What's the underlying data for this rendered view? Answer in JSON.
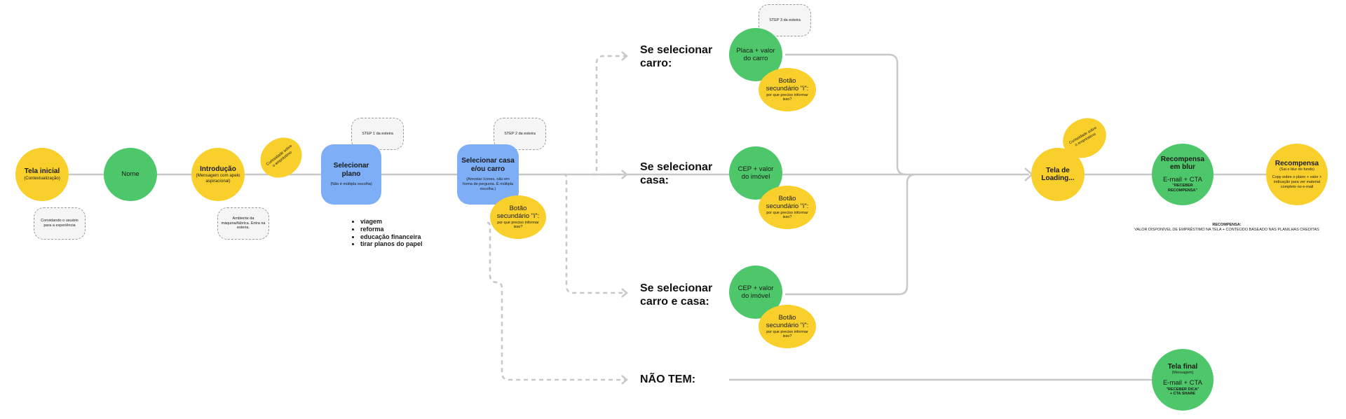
{
  "nodes": {
    "tela_inicial": {
      "title": "Tela inicial",
      "subtitle": "(Contextualização)"
    },
    "tela_inicial_note": "Convidando o usuário para a experiência",
    "nome": {
      "title": "Nome"
    },
    "introducao": {
      "title": "Introdução",
      "subtitle": "(Mensagem com apelo aspiracional)"
    },
    "introducao_note": "Ambiente da máquina/fábrica. Entra na esteira.",
    "curiosidade_1": "Curiosidade sobre o empréstimo",
    "selecionar_plano": {
      "title": "Selecionar plano",
      "subtitle": "(Não é múltipla escolha)"
    },
    "step_1": "STEP 1 da esteira",
    "plano_options": [
      "viagem",
      "reforma",
      "educação financeira",
      "tirar planos do papel"
    ],
    "selecionar_casa_carro": {
      "title": "Selecionar casa e/ou carro",
      "subtitle": "(Amostar ícones, não em forma de pergunta. É múltipla escolha.)"
    },
    "step_2": "STEP 2 da esteira",
    "botao_sec_1": {
      "title": "Botão secundário \"i\":",
      "subtitle": "por que preciso informar isso?"
    },
    "branch_carro": "Se selecionar carro:",
    "branch_casa": "Se selecionar casa:",
    "branch_carro_casa": "Se selecionar carro e casa:",
    "branch_nao_tem": "NÃO TEM:",
    "step_3": "STEP 3 da esteira",
    "placa": {
      "title": "Placa + valor do carro"
    },
    "botao_sec_carro": {
      "title": "Botão secundário \"i\":",
      "subtitle": "por que preciso informar isso?"
    },
    "cep_casa": {
      "title": "CEP + valor do imóvel"
    },
    "botao_sec_casa": {
      "title": "Botão secundário \"i\":",
      "subtitle": "por que preciso informar isso?"
    },
    "cep_carro_casa": {
      "title": "CEP + valor do imóvel"
    },
    "botao_sec_carro_casa": {
      "title": "Botão secundário \"i\":",
      "subtitle": "por que preciso informar isso?"
    },
    "curiosidade_2": "Curiosidade sobre o empréstimo",
    "tela_loading": {
      "title": "Tela de Loading..."
    },
    "recompensa_blur": {
      "title": "Recompensa em blur",
      "line2": "E-mail + CTA",
      "line3": "\"RECEBER RECOMPENSA\""
    },
    "recompensa": {
      "title": "Recompensa",
      "subtitle": "(Sai o blur do fundo)",
      "body": "Copy sobre o plano + valor + indicação para ver material completo no e-mail"
    },
    "recompensa_note_title": "RECOMPENSA:",
    "recompensa_note_body": "VALOR DISPONÍVEL DE EMPRÉSTIMO NA TELA + CONTEÚDO BASEADO NAS PLANILHAS CREDITAS",
    "tela_final": {
      "title": "Tela final",
      "subtitle": "(Mensagem)",
      "line2": "E-mail + CTA",
      "line3": "\"RECEBER DICA\"",
      "line4": "+ CTA SHARE"
    }
  },
  "colors": {
    "yellow": "#f9cf2c",
    "green": "#4dc76a",
    "blue": "#7eaef6",
    "connector": "#c8c8c8",
    "note_border": "#9a9a9a"
  }
}
